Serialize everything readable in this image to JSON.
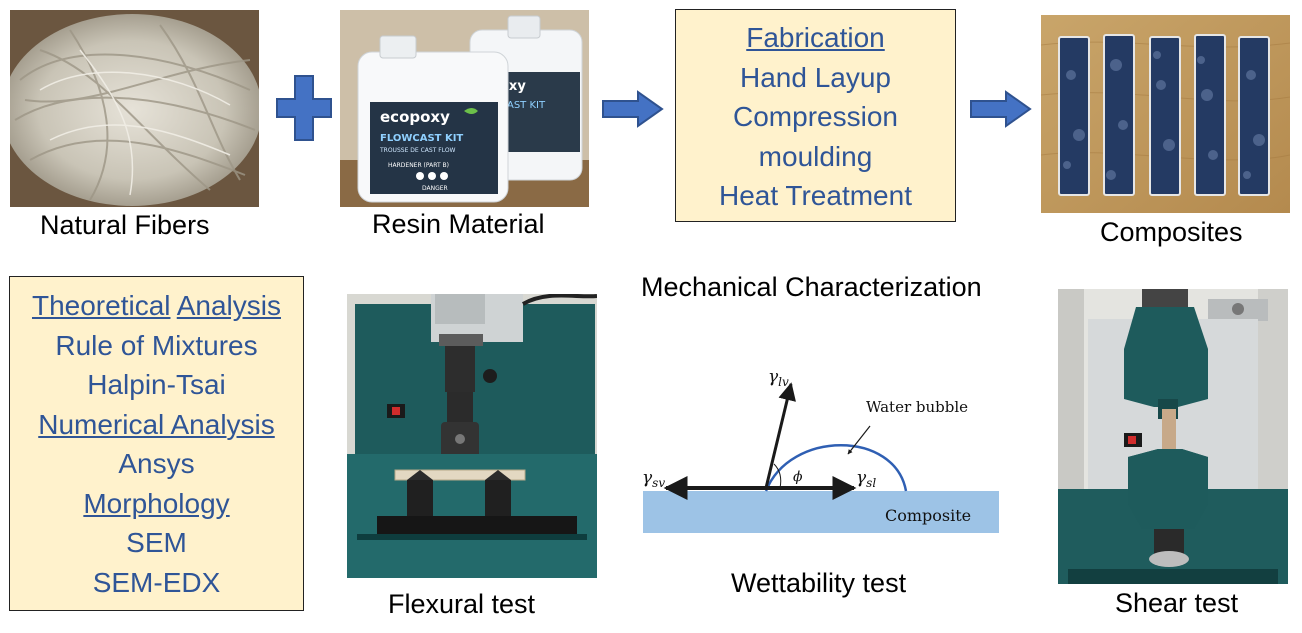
{
  "top_row": {
    "fibers_caption": "Natural Fibers",
    "resin_caption": "Resin Material",
    "resin_label_brand": "ecopoxy",
    "resin_label_product": "FLOWCAST KIT",
    "resin_label_product_fr": "TROUSSE DE CAST FLOW",
    "resin_label_part": "HARDENER (PART B)",
    "resin_label_danger": "DANGER",
    "resin_back_label": "CAST KIT",
    "resin_back_brand": "oxy",
    "composites_caption": "Composites",
    "fabrication": {
      "title": "Fabrication",
      "items": [
        "Hand Layup",
        "Compression",
        "moulding",
        "Heat Treatment"
      ]
    }
  },
  "analysis": {
    "heading_word1": "Theoretical",
    "heading_word2": "Analysis",
    "rule": "Rule of Mixtures",
    "halpin": "Halpin-Tsai",
    "numerical": "Numerical Analysis",
    "ansys": "Ansys",
    "morphology": "Morphology",
    "sem": "SEM",
    "semedx": "SEM-EDX"
  },
  "bottom_row": {
    "mech_title": "Mechanical Characterization",
    "flexural_caption": "Flexural test",
    "wettability_caption": "Wettability test",
    "shear_caption": "Shear test"
  },
  "wettability": {
    "gamma_lv": "γ",
    "gamma_lv_sub": "lv",
    "gamma_sv": "γ",
    "gamma_sv_sub": "sv",
    "gamma_sl": "γ",
    "gamma_sl_sub": "sl",
    "angle": "ϕ",
    "bubble_label": "Water bubble",
    "surface_label": "Composite"
  },
  "colors": {
    "box_fill": "#fff2cc",
    "box_text": "#2f5597",
    "arrow": "#4472c4",
    "surface": "#9dc3e6",
    "machine_teal": "#1e5b5c"
  }
}
